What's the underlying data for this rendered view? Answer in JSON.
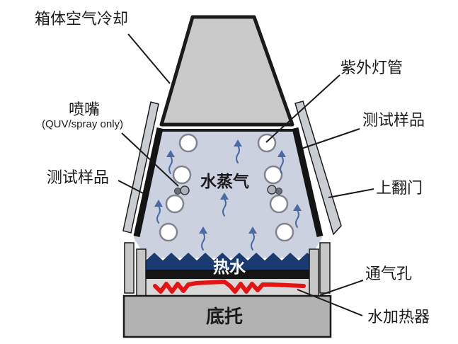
{
  "labels": {
    "cabinet_air_cooling": "箱体空气冷却",
    "nozzle": "喷嘴",
    "nozzle_note": "(QUV/spray only)",
    "uv_lamp": "紫外灯管",
    "test_sample_right": "测试样品",
    "test_sample_left": "测试样品",
    "flip_up_door": "上翻门",
    "water_vapor": "水蒸气",
    "hot_water": "热水",
    "vent_hole": "通气孔",
    "base_support": "底托",
    "water_heater": "水加热器"
  },
  "colors": {
    "metal": "#c9c9c9",
    "door": "#c9ccd0",
    "chamber": "#ccd1e0",
    "water": "#1a3a72",
    "heater": "#e41414",
    "base": "#b2b2b2",
    "bar": "#c6c6c6",
    "pan": "#d8d8d8",
    "rim": "#141414",
    "arrow": "#4a6aa5",
    "outline": "#1a1a1a"
  }
}
